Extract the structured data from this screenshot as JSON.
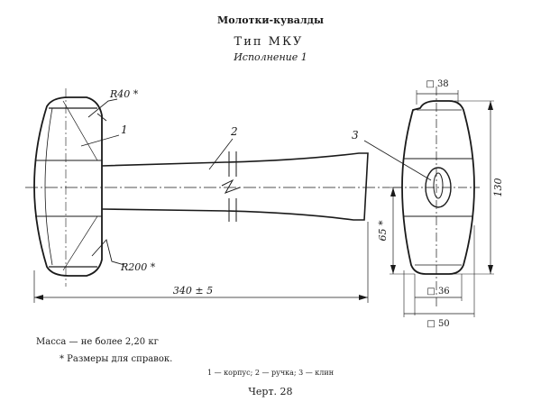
{
  "header": {
    "title": "Молотки-кувалды",
    "type_label": "Тип МКУ",
    "variant_label": "Исполнение 1"
  },
  "callouts": {
    "part1": "1",
    "part2": "2",
    "part3": "3"
  },
  "dimensions": {
    "radius_top": "R40 *",
    "radius_bottom": "R200 *",
    "overall_length": "340 ± 5",
    "head_height": "130",
    "offset": "65 *",
    "top_width": "□ 38",
    "bottom_width": "□ 36",
    "base_width": "□ 50"
  },
  "footer": {
    "mass_note": "Масса — не более 2,20 кг",
    "reference_note": "* Размеры для справок.",
    "parts_legend": "1 — корпус; 2 — ручка; 3 — клин",
    "drawing_number": "Черт. 28"
  }
}
